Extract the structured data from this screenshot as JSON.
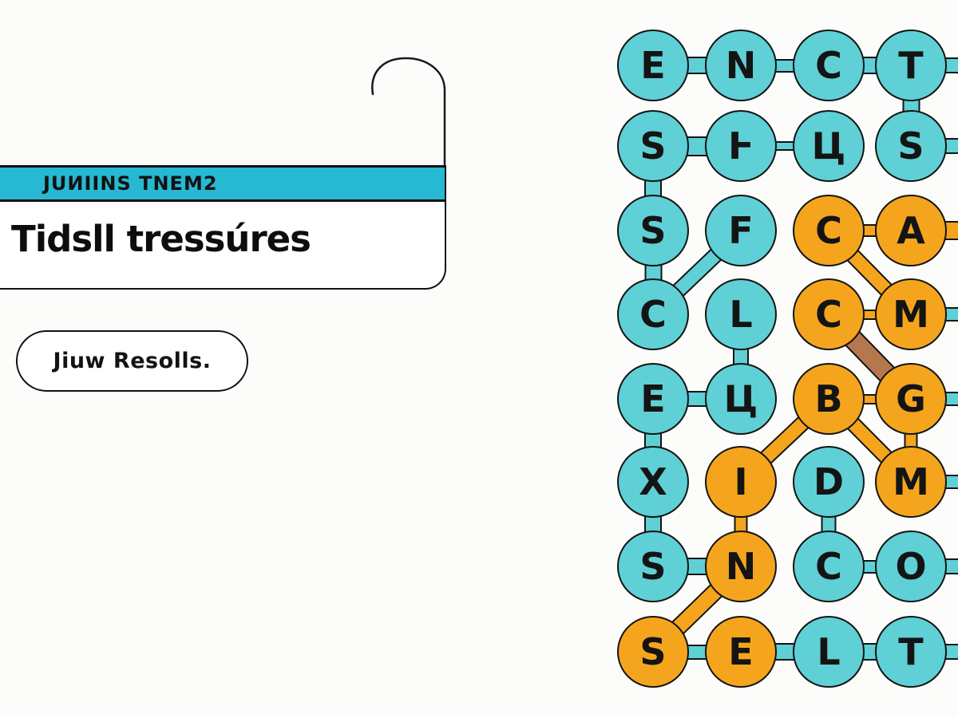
{
  "panel": {
    "badge": "JUИIINS TNEM2",
    "title": "Tidsll tressúres",
    "button_label": "Jiuw Resolls."
  },
  "colors": {
    "teal": "#5fd0d5",
    "orange": "#f5a51d",
    "brown": "#b5784e",
    "banner": "#27b8d2",
    "outline": "#141414"
  },
  "grid": {
    "rows": 8,
    "cols": 4,
    "nodes": [
      {
        "r": 0,
        "c": 0,
        "letter": "E",
        "color": "teal"
      },
      {
        "r": 0,
        "c": 1,
        "letter": "N",
        "color": "teal"
      },
      {
        "r": 0,
        "c": 2,
        "letter": "C",
        "color": "teal"
      },
      {
        "r": 0,
        "c": 3,
        "letter": "T",
        "color": "teal"
      },
      {
        "r": 1,
        "c": 0,
        "letter": "S",
        "color": "teal"
      },
      {
        "r": 1,
        "c": 1,
        "letter": "Ⱶ",
        "color": "teal"
      },
      {
        "r": 1,
        "c": 2,
        "letter": "Ц",
        "color": "teal"
      },
      {
        "r": 1,
        "c": 3,
        "letter": "S",
        "color": "teal"
      },
      {
        "r": 2,
        "c": 0,
        "letter": "S",
        "color": "teal"
      },
      {
        "r": 2,
        "c": 1,
        "letter": "F",
        "color": "teal"
      },
      {
        "r": 2,
        "c": 2,
        "letter": "C",
        "color": "orange"
      },
      {
        "r": 2,
        "c": 3,
        "letter": "A",
        "color": "orange"
      },
      {
        "r": 3,
        "c": 0,
        "letter": "C",
        "color": "teal"
      },
      {
        "r": 3,
        "c": 1,
        "letter": "L",
        "color": "teal"
      },
      {
        "r": 3,
        "c": 2,
        "letter": "C",
        "color": "orange"
      },
      {
        "r": 3,
        "c": 3,
        "letter": "M",
        "color": "orange"
      },
      {
        "r": 4,
        "c": 0,
        "letter": "E",
        "color": "teal"
      },
      {
        "r": 4,
        "c": 1,
        "letter": "Ц",
        "color": "teal"
      },
      {
        "r": 4,
        "c": 2,
        "letter": "B",
        "color": "orange"
      },
      {
        "r": 4,
        "c": 3,
        "letter": "G",
        "color": "orange"
      },
      {
        "r": 5,
        "c": 0,
        "letter": "X",
        "color": "teal"
      },
      {
        "r": 5,
        "c": 1,
        "letter": "I",
        "color": "orange"
      },
      {
        "r": 5,
        "c": 2,
        "letter": "D",
        "color": "teal"
      },
      {
        "r": 5,
        "c": 3,
        "letter": "M",
        "color": "orange"
      },
      {
        "r": 6,
        "c": 0,
        "letter": "S",
        "color": "teal"
      },
      {
        "r": 6,
        "c": 1,
        "letter": "N",
        "color": "orange"
      },
      {
        "r": 6,
        "c": 2,
        "letter": "C",
        "color": "teal"
      },
      {
        "r": 6,
        "c": 3,
        "letter": "O",
        "color": "teal"
      },
      {
        "r": 7,
        "c": 0,
        "letter": "S",
        "color": "orange"
      },
      {
        "r": 7,
        "c": 1,
        "letter": "E",
        "color": "orange"
      },
      {
        "r": 7,
        "c": 2,
        "letter": "L",
        "color": "teal"
      },
      {
        "r": 7,
        "c": 3,
        "letter": "T",
        "color": "teal"
      }
    ],
    "links": [
      {
        "from": [
          0,
          0
        ],
        "to": [
          0,
          1
        ],
        "color": "teal",
        "w": 22
      },
      {
        "from": [
          0,
          1
        ],
        "to": [
          0,
          2
        ],
        "color": "teal",
        "w": 17
      },
      {
        "from": [
          0,
          2
        ],
        "to": [
          0,
          3
        ],
        "color": "teal",
        "w": 22
      },
      {
        "from": [
          0,
          3
        ],
        "to": [
          1,
          3
        ],
        "color": "teal",
        "w": 22
      },
      {
        "from": [
          1,
          0
        ],
        "to": [
          1,
          1
        ],
        "color": "teal",
        "w": 25
      },
      {
        "from": [
          1,
          1
        ],
        "to": [
          1,
          2
        ],
        "color": "teal",
        "w": 12
      },
      {
        "from": [
          1,
          0
        ],
        "to": [
          2,
          0
        ],
        "color": "teal",
        "w": 22
      },
      {
        "from": [
          2,
          0
        ],
        "to": [
          3,
          0
        ],
        "color": "teal",
        "w": 22
      },
      {
        "from": [
          2,
          1
        ],
        "to": [
          3,
          0
        ],
        "color": "teal",
        "w": 20
      },
      {
        "from": [
          2,
          2
        ],
        "to": [
          2,
          3
        ],
        "color": "orange",
        "w": 16
      },
      {
        "from": [
          2,
          2
        ],
        "to": [
          3,
          3
        ],
        "color": "orange",
        "w": 20
      },
      {
        "from": [
          3,
          2
        ],
        "to": [
          3,
          3
        ],
        "color": "orange",
        "w": 13
      },
      {
        "from": [
          3,
          2
        ],
        "to": [
          4,
          3
        ],
        "color": "brown",
        "w": 26
      },
      {
        "from": [
          3,
          1
        ],
        "to": [
          4,
          1
        ],
        "color": "teal",
        "w": 20
      },
      {
        "from": [
          4,
          0
        ],
        "to": [
          4,
          1
        ],
        "color": "teal",
        "w": 20
      },
      {
        "from": [
          4,
          2
        ],
        "to": [
          4,
          3
        ],
        "color": "orange",
        "w": 13
      },
      {
        "from": [
          4,
          2
        ],
        "to": [
          5,
          1
        ],
        "color": "orange",
        "w": 20
      },
      {
        "from": [
          4,
          2
        ],
        "to": [
          5,
          3
        ],
        "color": "orange",
        "w": 20
      },
      {
        "from": [
          4,
          3
        ],
        "to": [
          5,
          3
        ],
        "color": "orange",
        "w": 17
      },
      {
        "from": [
          4,
          0
        ],
        "to": [
          5,
          0
        ],
        "color": "teal",
        "w": 22
      },
      {
        "from": [
          5,
          0
        ],
        "to": [
          6,
          0
        ],
        "color": "teal",
        "w": 22
      },
      {
        "from": [
          5,
          1
        ],
        "to": [
          6,
          1
        ],
        "color": "orange",
        "w": 17
      },
      {
        "from": [
          5,
          2
        ],
        "to": [
          6,
          2
        ],
        "color": "teal",
        "w": 19
      },
      {
        "from": [
          6,
          0
        ],
        "to": [
          6,
          1
        ],
        "color": "teal",
        "w": 22
      },
      {
        "from": [
          6,
          2
        ],
        "to": [
          6,
          3
        ],
        "color": "teal",
        "w": 17
      },
      {
        "from": [
          6,
          1
        ],
        "to": [
          7,
          0
        ],
        "color": "orange",
        "w": 22
      },
      {
        "from": [
          7,
          0
        ],
        "to": [
          7,
          1
        ],
        "color": "teal",
        "w": 19
      },
      {
        "from": [
          7,
          1
        ],
        "to": [
          7,
          2
        ],
        "color": "teal",
        "w": 22
      },
      {
        "from": [
          7,
          2
        ],
        "to": [
          7,
          3
        ],
        "color": "teal",
        "w": 22
      }
    ],
    "edge_stubs": [
      {
        "row": 0,
        "color": "teal",
        "w": 20
      },
      {
        "row": 1,
        "color": "teal",
        "w": 20
      },
      {
        "row": 2,
        "color": "orange",
        "w": 24
      },
      {
        "row": 3,
        "color": "teal",
        "w": 18
      },
      {
        "row": 4,
        "color": "teal",
        "w": 18
      },
      {
        "row": 5,
        "color": "teal",
        "w": 18
      },
      {
        "row": 6,
        "color": "teal",
        "w": 20
      },
      {
        "row": 7,
        "color": "teal",
        "w": 20
      }
    ]
  }
}
